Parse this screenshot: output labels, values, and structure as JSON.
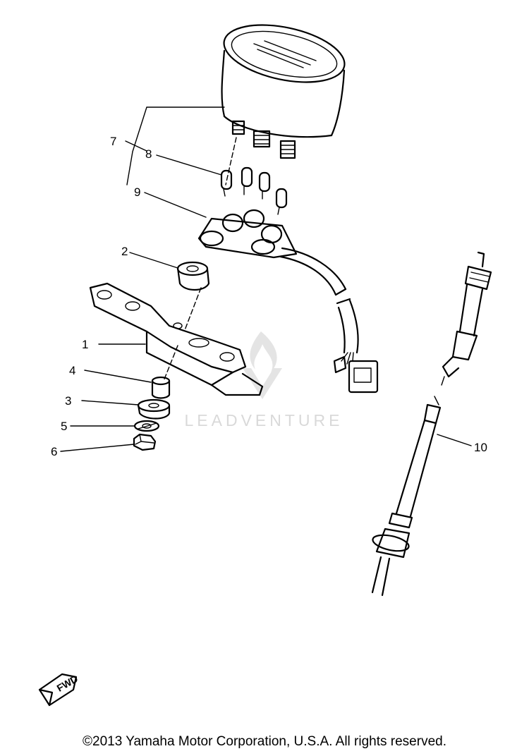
{
  "callouts": [
    "1",
    "2",
    "3",
    "4",
    "5",
    "6",
    "7",
    "8",
    "9",
    "10"
  ],
  "watermark": "LEADVENTURE",
  "fwd_mark": "FWD",
  "copyright": "©2013 Yamaha Motor Corporation, U.S.A. All rights reserved."
}
